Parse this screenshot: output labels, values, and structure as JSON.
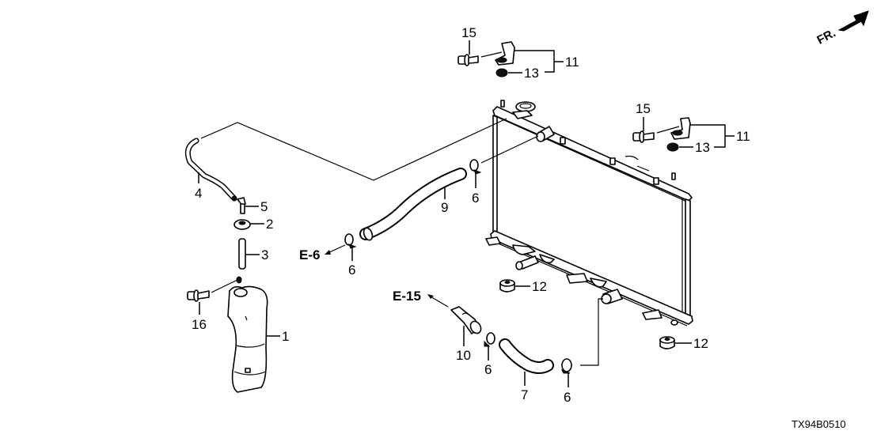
{
  "diagram": {
    "title": "Radiator hose / reserve tank parts diagram",
    "code": "TX94B0510",
    "direction_indicator": "FR.",
    "references": [
      {
        "id": "ref-e6",
        "label": "E-6"
      },
      {
        "id": "ref-e15",
        "label": "E-15"
      }
    ],
    "callouts": {
      "c1": "1",
      "c2": "2",
      "c3": "3",
      "c4": "4",
      "c5": "5",
      "c6a": "6",
      "c6b": "6",
      "c6c": "6",
      "c6d": "6",
      "c7": "7",
      "c9": "9",
      "c10": "10",
      "c11a": "11",
      "c11b": "11",
      "c12a": "12",
      "c12b": "12",
      "c13a": "13",
      "c13b": "13",
      "c15a": "15",
      "c15b": "15",
      "c16": "16"
    },
    "parts": [
      {
        "number": "1",
        "name": "reserve-tank"
      },
      {
        "number": "2",
        "name": "cap"
      },
      {
        "number": "3",
        "name": "tube"
      },
      {
        "number": "4",
        "name": "overflow-hose"
      },
      {
        "number": "5",
        "name": "joint"
      },
      {
        "number": "6",
        "name": "hose-clamp"
      },
      {
        "number": "7",
        "name": "lower-radiator-hose"
      },
      {
        "number": "9",
        "name": "upper-radiator-hose"
      },
      {
        "number": "10",
        "name": "joint-pipe"
      },
      {
        "number": "11",
        "name": "upper-bracket"
      },
      {
        "number": "12",
        "name": "lower-cushion"
      },
      {
        "number": "13",
        "name": "upper-cushion"
      },
      {
        "number": "15",
        "name": "flange-bolt"
      },
      {
        "number": "16",
        "name": "flange-bolt"
      }
    ]
  }
}
